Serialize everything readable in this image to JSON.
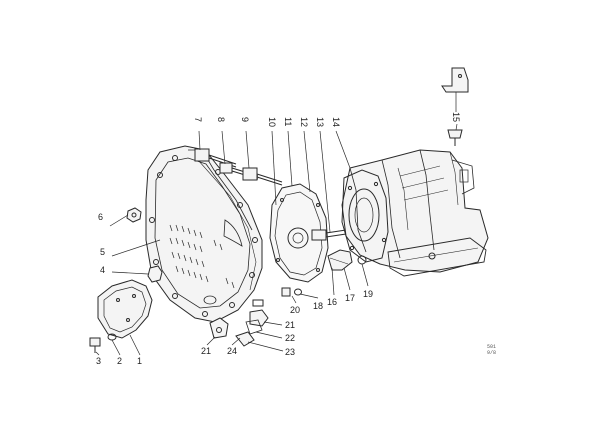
{
  "labels": {
    "l1": "1",
    "l2": "2",
    "l3": "3",
    "l4": "4",
    "l5": "5",
    "l6": "6",
    "l7": "7",
    "l8": "8",
    "l9": "9",
    "l10": "10",
    "l11": "11",
    "l12": "12",
    "l13": "13",
    "l14": "14",
    "l15": "15",
    "l16": "16",
    "l17": "17",
    "l18": "18",
    "l19": "19",
    "l20": "20",
    "l21a": "21",
    "l21b": "21",
    "l22": "22",
    "l23": "23",
    "l24": "24"
  },
  "stamp": {
    "line1": "501",
    "line2": "9/8"
  },
  "colors": {
    "ink": "#2a2a2a",
    "background": "#ffffff"
  }
}
